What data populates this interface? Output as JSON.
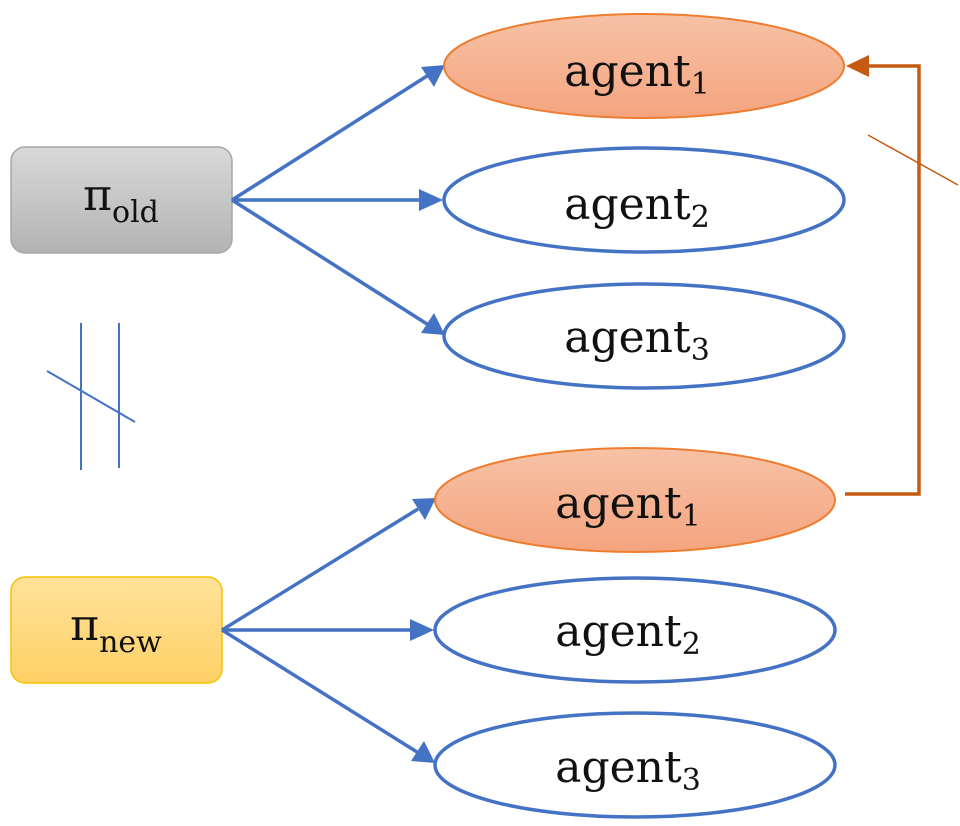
{
  "policies": {
    "old": {
      "symbol": "π",
      "subscript": "old"
    },
    "new": {
      "symbol": "π",
      "subscript": "new"
    }
  },
  "agents_old": [
    {
      "base": "agent",
      "index": "1",
      "highlighted": true
    },
    {
      "base": "agent",
      "index": "2",
      "highlighted": false
    },
    {
      "base": "agent",
      "index": "3",
      "highlighted": false
    }
  ],
  "agents_new": [
    {
      "base": "agent",
      "index": "1",
      "highlighted": true
    },
    {
      "base": "agent",
      "index": "2",
      "highlighted": false
    },
    {
      "base": "agent",
      "index": "3",
      "highlighted": false
    }
  ],
  "relations": {
    "policies": "not parallel (crossed-out parallel sign)",
    "feedback": "new agent 1 → old agent 1"
  },
  "colors": {
    "arrow_blue": "#4472c4",
    "feedback_orange": "#c55a11",
    "highlight_fill_top": "#f7c2a6",
    "highlight_fill_bottom": "#f4a47f",
    "highlight_stroke": "#ed7d31",
    "old_box_top": "#d9d9d9",
    "old_box_bottom": "#b3b3b3",
    "new_box_top": "#ffe29a",
    "new_box_bottom": "#ffd166",
    "new_box_stroke": "#f5c200"
  }
}
